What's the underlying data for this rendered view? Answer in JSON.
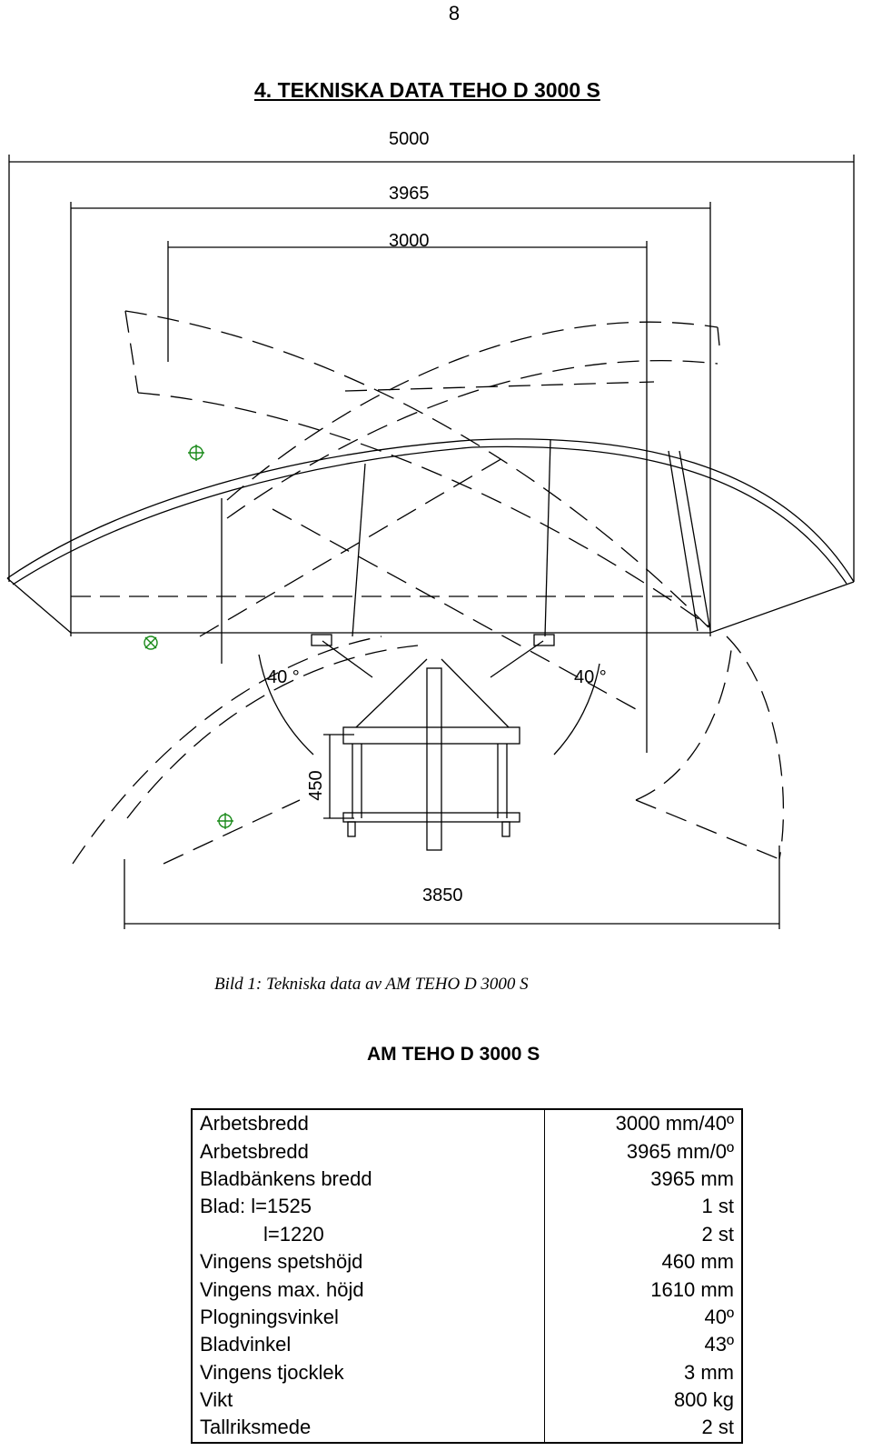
{
  "page_number": "8",
  "heading": "4. TEKNISKA DATA  TEHO D 3000 S",
  "drawing": {
    "dim_total": "5000",
    "dim_blade_bench": "3965",
    "dim_work": "3000",
    "dim_bottom": "3850",
    "dim_height": "450",
    "angle_left": "40 °",
    "angle_right": "40 °"
  },
  "caption": "Bild 1: Tekniska data av AM TEHO D 3000 S",
  "table": {
    "title": "AM TEHO D 3000 S",
    "rows": [
      {
        "label": "Arbetsbredd",
        "value": "3000 mm/40º"
      },
      {
        "label": "Arbetsbredd",
        "value": "3965 mm/0º"
      },
      {
        "label": "Bladbänkens bredd",
        "value": "3965 mm"
      },
      {
        "label": "Blad:  l=1525",
        "value": "1 st"
      },
      {
        "label": "l=1220",
        "value": "2 st"
      },
      {
        "label": "Vingens spetshöjd",
        "value": "460 mm"
      },
      {
        "label": "Vingens max. höjd",
        "value": "1610 mm"
      },
      {
        "label": "Plogningsvinkel",
        "value": "40º"
      },
      {
        "label": "Bladvinkel",
        "value": "43º"
      },
      {
        "label": "Vingens tjocklek",
        "value": "3 mm"
      },
      {
        "label": "Vikt",
        "value": "800 kg"
      },
      {
        "label": "Tallriksmede",
        "value": "2 st"
      }
    ]
  }
}
